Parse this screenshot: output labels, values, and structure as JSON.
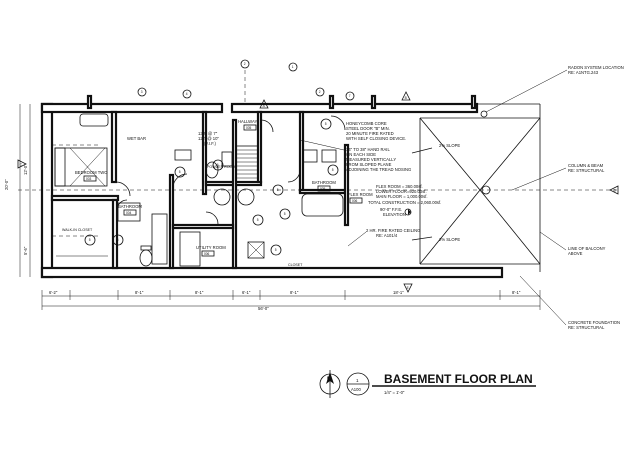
{
  "title": "BASEMENT FLOOR PLAN",
  "title_block": {
    "number": "1",
    "sheet": "A100",
    "scale": "1/4\" = 1'-0\""
  },
  "rooms": {
    "bedroom_two": {
      "name": "BEDROOM TWO",
      "tag": "003"
    },
    "bathroom_left": {
      "name": "BATHROOM",
      "tag": "004"
    },
    "walk_in_closet": {
      "name": "WALK-IN CLOSET"
    },
    "wet_bar": {
      "name": "WET BAR"
    },
    "hallway": {
      "name": "HALLWAY",
      "tag": "005"
    },
    "powder_room": {
      "name": "POWDER ROOM"
    },
    "bathroom_right": {
      "name": "BATHROOM",
      "tag": "005"
    },
    "flex_room": {
      "name": "FLEX ROOM",
      "tag": "006"
    },
    "utility_room": {
      "name": "UTILITY ROOM",
      "tag": "006"
    },
    "closet": {
      "name": "CLOSET"
    }
  },
  "notes": {
    "risers": [
      "13 R @ 7\"",
      "12 T @ 10\"",
      "(V.I.F.)"
    ],
    "door": [
      "HONEYCOMB CORE",
      "STEEL DOOR \"B\" MIN.",
      "20 MINUTE FIRE RATED",
      "WITH SELF CLOSING DEVICE."
    ],
    "handrail": [
      "34\" TO 38\" HAND RAIL",
      "ON EACH SIDE",
      "MEASURED VERTICALLY",
      "FROM SLOPED PLANE",
      "ADJOINING THE TREAD NOSING"
    ],
    "areas": [
      "FLEX ROOM = 360.00sf.",
      "LOWER FLOOR=920.00sf.",
      "MAIN FLOOR = 1,000.00sf.",
      "TOTAL CONSTRUCTION = 2,060.00sf."
    ],
    "elevation": [
      "90'-0\" F.F.E.",
      "ELEVATION"
    ],
    "ceiling": [
      "2 HR. FIRE RATED CEILING",
      "RE: A101/4"
    ],
    "slope": "2% SLOPE"
  },
  "callouts": {
    "radon": [
      "RADON SYSTEM LOCATION",
      "RE: A1NTG.243"
    ],
    "column": [
      "COLUMN & BEAM",
      "RE: STRUCTURAL"
    ],
    "balcony": [
      "LINE OF BALCONY",
      "ABOVE"
    ],
    "foundation": [
      "CONCRETE FOUNDATION",
      "RE: STRUCTURAL"
    ]
  },
  "dimensions": {
    "top_segments": [
      "6'-2\"",
      "8'-1\"",
      "8'-1\"",
      "6'-1\"",
      "8'-1\"",
      "18'-1\"",
      "8'-1\""
    ],
    "overall": "56'-0\"",
    "left": [
      "20'-0\"",
      "12'-0\"",
      "5'-6\""
    ]
  },
  "door_tags": [
    "1",
    "2",
    "3",
    "4",
    "5",
    "6",
    "7"
  ],
  "section_marks": [
    "A",
    "B",
    "C",
    "D",
    "E"
  ]
}
